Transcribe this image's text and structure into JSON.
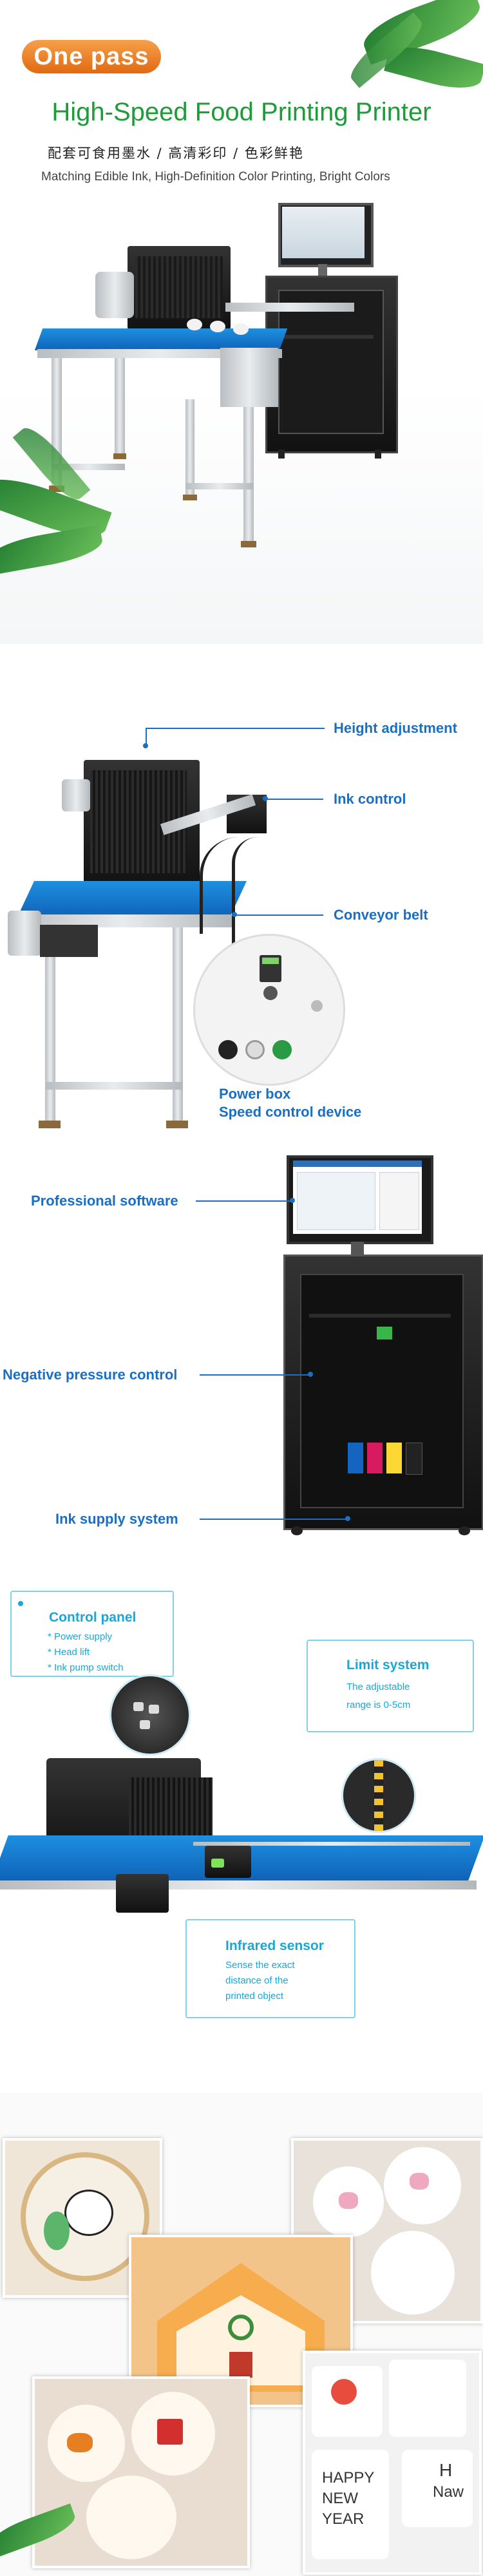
{
  "hero": {
    "badge": "One pass",
    "title": "High-Speed Food Printing Printer",
    "subtitle_cn": "配套可食用墨水 / 高清彩印 / 色彩鲜艳",
    "subtitle_en": "Matching Edible Ink, High-Definition Color Printing, Bright Colors"
  },
  "parts": {
    "height": "Height adjustment",
    "ink": "Ink control",
    "conveyor": "Conveyor belt",
    "power": "Power box",
    "speed": "Speed control device"
  },
  "cabinet": {
    "software": "Professional software",
    "pressure": "Negative pressure control",
    "supply": "Ink supply system"
  },
  "detail": {
    "control_title": "Control panel",
    "control_items": [
      "* Power supply",
      "* Head lift",
      "* Ink pump switch"
    ],
    "limit_title": "Limit system",
    "limit_text1": "The adjustable",
    "limit_text2": "range is 0-5cm",
    "sensor_title": "Infrared sensor",
    "sensor_text1": "Sense the exact",
    "sensor_text2": "distance of the",
    "sensor_text3": "printed object"
  },
  "samples": {
    "happy": "HAPPY",
    "new": "NEW",
    "year": "YEAR",
    "h": "H",
    "naw": "Naw"
  },
  "colors": {
    "brand_green": "#1f9b3a",
    "callout_blue": "#1a6fc4",
    "panel_cyan": "#19a7d6",
    "badge_orange": "#e06a12",
    "belt_blue": "#1e8fe0"
  }
}
